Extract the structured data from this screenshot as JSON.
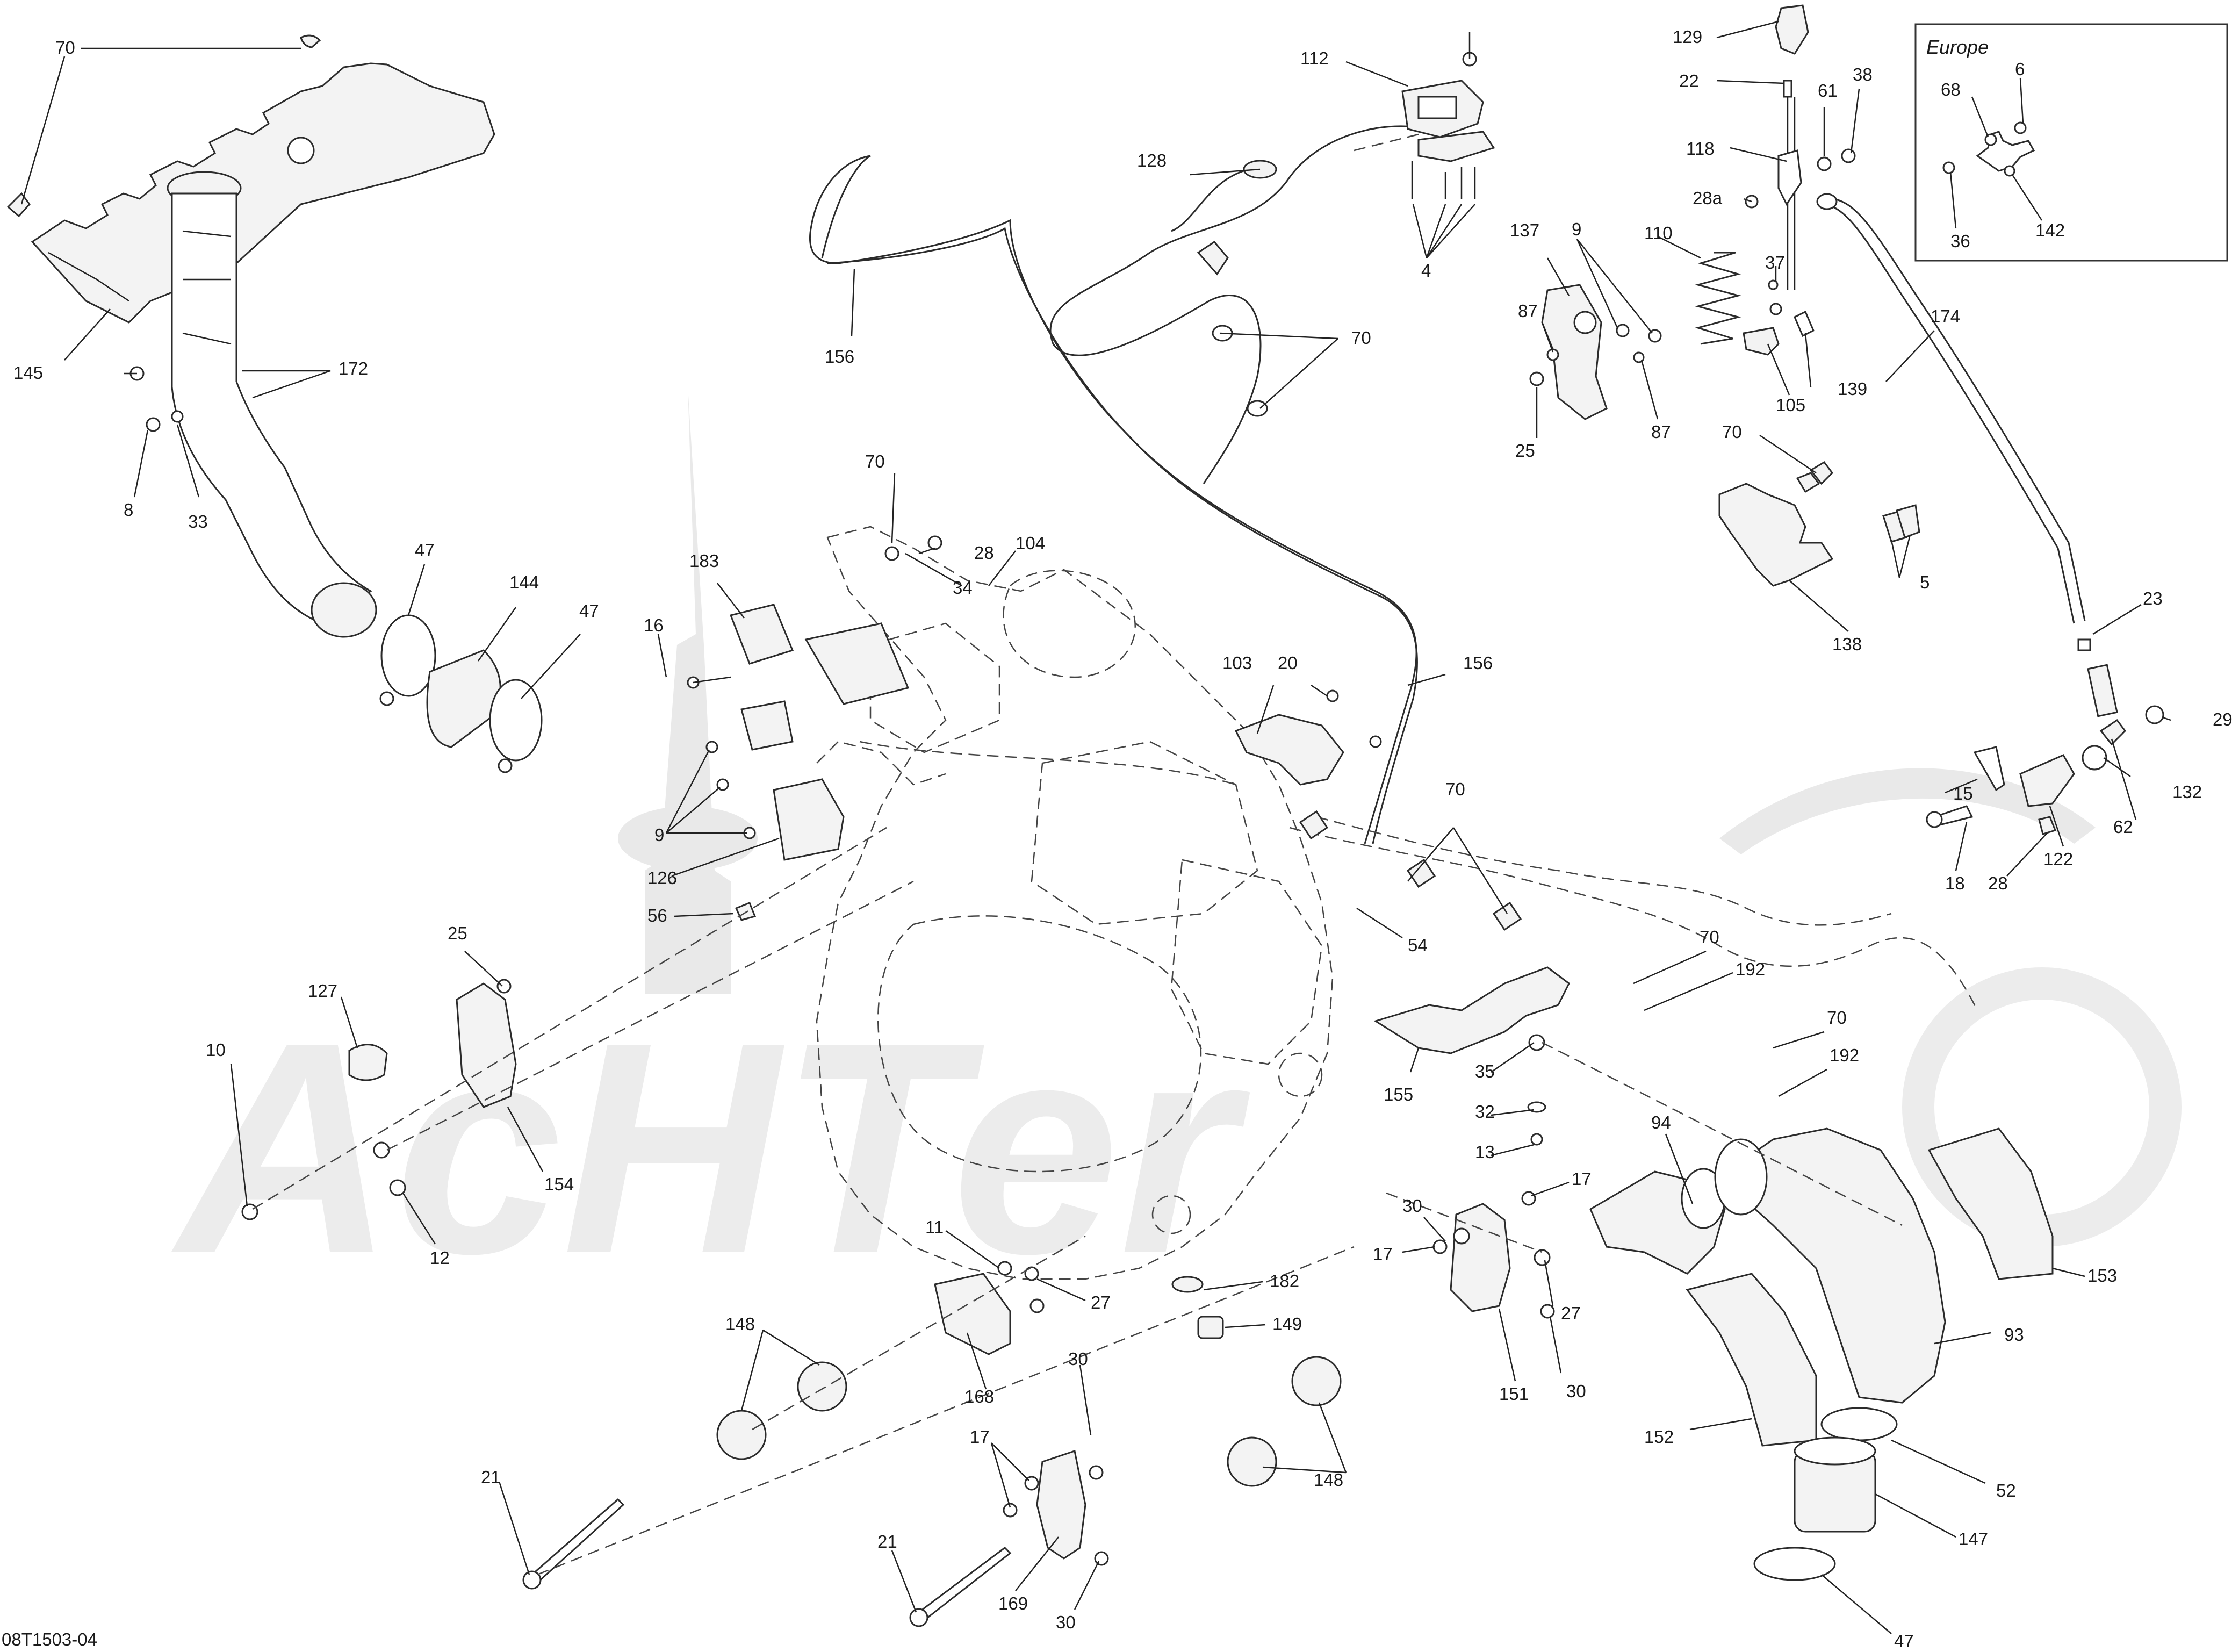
{
  "diagram": {
    "code": "08T1503-04",
    "inset_title": "Europe",
    "watermark_text": "AcHTer"
  },
  "callouts": [
    {
      "id": "c70a",
      "text": "70"
    },
    {
      "id": "c145",
      "text": "145"
    },
    {
      "id": "c172",
      "text": "172"
    },
    {
      "id": "c8",
      "text": "8"
    },
    {
      "id": "c33",
      "text": "33"
    },
    {
      "id": "c47a",
      "text": "47"
    },
    {
      "id": "c144",
      "text": "144"
    },
    {
      "id": "c47b",
      "text": "47"
    },
    {
      "id": "c156a",
      "text": "156"
    },
    {
      "id": "c128",
      "text": "128"
    },
    {
      "id": "c112",
      "text": "112"
    },
    {
      "id": "c4",
      "text": "4"
    },
    {
      "id": "c70b",
      "text": "70"
    },
    {
      "id": "c129",
      "text": "129"
    },
    {
      "id": "c22",
      "text": "22"
    },
    {
      "id": "c61",
      "text": "61"
    },
    {
      "id": "c38",
      "text": "38"
    },
    {
      "id": "c118",
      "text": "118"
    },
    {
      "id": "c28a",
      "text": "28a"
    },
    {
      "id": "c137",
      "text": "137"
    },
    {
      "id": "c9a",
      "text": "9"
    },
    {
      "id": "c110",
      "text": "110"
    },
    {
      "id": "c37",
      "text": "37"
    },
    {
      "id": "c87a",
      "text": "87"
    },
    {
      "id": "c87b",
      "text": "87"
    },
    {
      "id": "c25a",
      "text": "25"
    },
    {
      "id": "c105",
      "text": "105"
    },
    {
      "id": "c139",
      "text": "139"
    },
    {
      "id": "c174",
      "text": "174"
    },
    {
      "id": "c68",
      "text": "68"
    },
    {
      "id": "c6",
      "text": "6"
    },
    {
      "id": "c36",
      "text": "36"
    },
    {
      "id": "c142",
      "text": "142"
    },
    {
      "id": "c70c",
      "text": "70"
    },
    {
      "id": "c5",
      "text": "5"
    },
    {
      "id": "c138",
      "text": "138"
    },
    {
      "id": "c23",
      "text": "23"
    },
    {
      "id": "c29",
      "text": "29"
    },
    {
      "id": "c15",
      "text": "15"
    },
    {
      "id": "c132",
      "text": "132"
    },
    {
      "id": "c62",
      "text": "62"
    },
    {
      "id": "c122",
      "text": "122"
    },
    {
      "id": "c18",
      "text": "18"
    },
    {
      "id": "c28b",
      "text": "28"
    },
    {
      "id": "c70d",
      "text": "70"
    },
    {
      "id": "c28c",
      "text": "28"
    },
    {
      "id": "c104",
      "text": "104"
    },
    {
      "id": "c34",
      "text": "34"
    },
    {
      "id": "c183",
      "text": "183"
    },
    {
      "id": "c16",
      "text": "16"
    },
    {
      "id": "c9b",
      "text": "9"
    },
    {
      "id": "c126",
      "text": "126"
    },
    {
      "id": "c56",
      "text": "56"
    },
    {
      "id": "c103",
      "text": "103"
    },
    {
      "id": "c20",
      "text": "20"
    },
    {
      "id": "c156b",
      "text": "156"
    },
    {
      "id": "c70e",
      "text": "70"
    },
    {
      "id": "c54",
      "text": "54"
    },
    {
      "id": "c70f",
      "text": "70"
    },
    {
      "id": "c192a",
      "text": "192"
    },
    {
      "id": "c70g",
      "text": "70"
    },
    {
      "id": "c192b",
      "text": "192"
    },
    {
      "id": "c25b",
      "text": "25"
    },
    {
      "id": "c127",
      "text": "127"
    },
    {
      "id": "c10",
      "text": "10"
    },
    {
      "id": "c154",
      "text": "154"
    },
    {
      "id": "c12",
      "text": "12"
    },
    {
      "id": "c155",
      "text": "155"
    },
    {
      "id": "c35",
      "text": "35"
    },
    {
      "id": "c32",
      "text": "32"
    },
    {
      "id": "c13",
      "text": "13"
    },
    {
      "id": "c94",
      "text": "94"
    },
    {
      "id": "c30a",
      "text": "30"
    },
    {
      "id": "c17a",
      "text": "17"
    },
    {
      "id": "c17b",
      "text": "17"
    },
    {
      "id": "c27a",
      "text": "27"
    },
    {
      "id": "c151",
      "text": "151"
    },
    {
      "id": "c30b",
      "text": "30"
    },
    {
      "id": "c153",
      "text": "153"
    },
    {
      "id": "c93",
      "text": "93"
    },
    {
      "id": "c152",
      "text": "152"
    },
    {
      "id": "c52",
      "text": "52"
    },
    {
      "id": "c147",
      "text": "147"
    },
    {
      "id": "c47c",
      "text": "47"
    },
    {
      "id": "c11",
      "text": "11"
    },
    {
      "id": "c27b",
      "text": "27"
    },
    {
      "id": "c182",
      "text": "182"
    },
    {
      "id": "c149",
      "text": "149"
    },
    {
      "id": "c148a",
      "text": "148"
    },
    {
      "id": "c168",
      "text": "168"
    },
    {
      "id": "c30c",
      "text": "30"
    },
    {
      "id": "c148b",
      "text": "148"
    },
    {
      "id": "c17c",
      "text": "17"
    },
    {
      "id": "c21a",
      "text": "21"
    },
    {
      "id": "c21b",
      "text": "21"
    },
    {
      "id": "c169",
      "text": "169"
    },
    {
      "id": "c30d",
      "text": "30"
    }
  ]
}
